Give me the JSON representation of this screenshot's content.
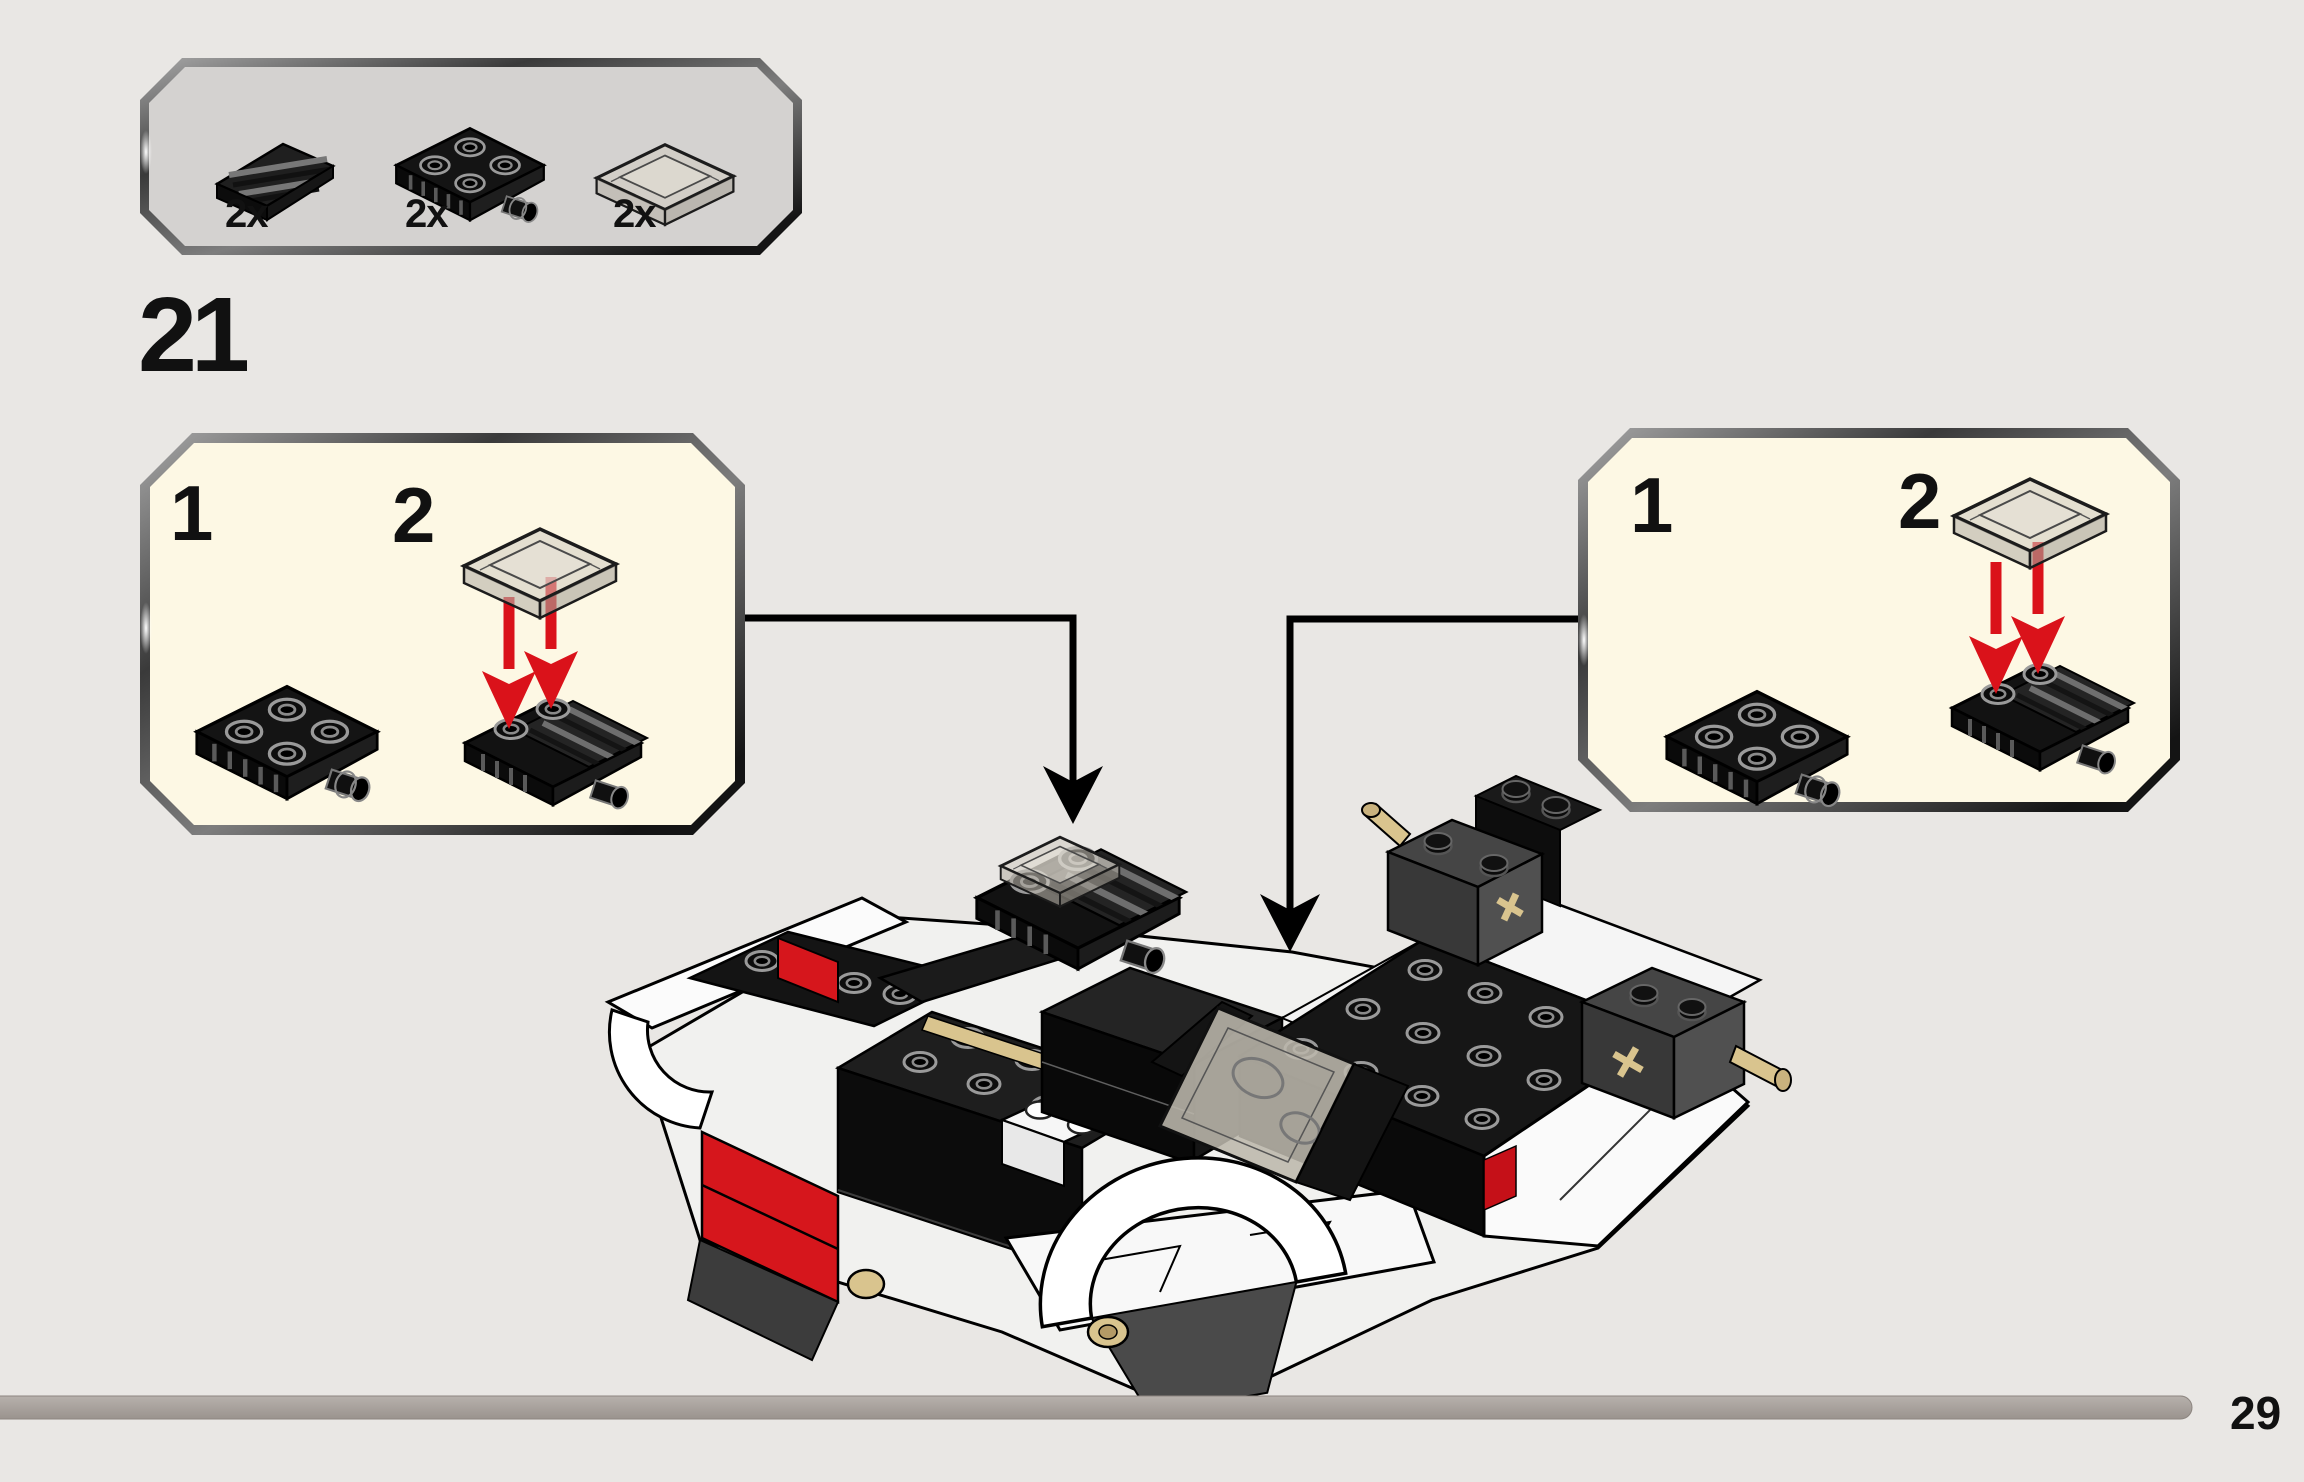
{
  "page": {
    "kind": "lego-building-instructions",
    "step_number": "21",
    "page_number": "29",
    "progress_percent": 95,
    "background_color": "#e9e7e4"
  },
  "parts_callout": {
    "items": [
      {
        "label": "2x",
        "part": "grille-tile-1x2-dark-gray"
      },
      {
        "label": "2x",
        "part": "plate-2x2-with-wheel-pin-black"
      },
      {
        "label": "2x",
        "part": "tile-1x2-transparent-smoke"
      }
    ]
  },
  "left_callout": {
    "substeps": [
      {
        "label": "1",
        "part": "plate-2x2-with-wheel-pin-black"
      },
      {
        "label": "2",
        "parts": [
          "tile-1x2-transparent-smoke",
          "grille-plate-assembly"
        ]
      }
    ]
  },
  "right_callout": {
    "substeps": [
      {
        "label": "1",
        "part": "plate-2x2-with-wheel-pin-black"
      },
      {
        "label": "2",
        "parts": [
          "tile-1x2-transparent-smoke",
          "grille-plate-assembly"
        ]
      }
    ]
  },
  "colors": {
    "callout_fill": "#fdf8e4",
    "parts_box_fill": "#d4d2d0",
    "arrow_red": "#da121a",
    "brick_red": "#d6161c",
    "pin_tan": "#d9c48e",
    "progress_bar": "#a9a29c"
  }
}
